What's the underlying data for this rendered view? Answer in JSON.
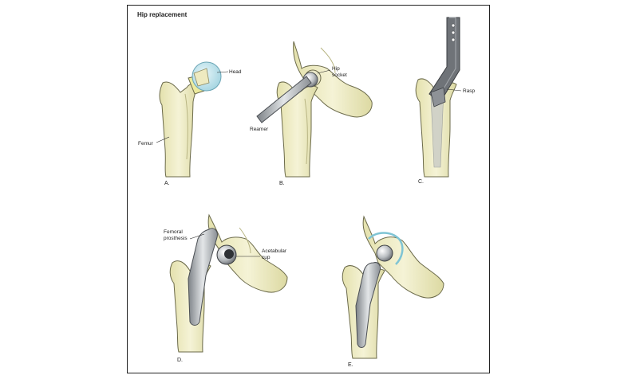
{
  "title": "Hip replacement",
  "panels": {
    "a": {
      "letter": "A.",
      "labels": {
        "head": "Head",
        "femur": "Femur"
      }
    },
    "b": {
      "letter": "B.",
      "labels": {
        "socket_1": "Hip",
        "socket_2": "socket",
        "reamer": "Reamer"
      }
    },
    "c": {
      "letter": "C.",
      "labels": {
        "rasp": "Rasp"
      }
    },
    "d": {
      "letter": "D.",
      "labels": {
        "prosthesis_1": "Femoral",
        "prosthesis_2": "prosthesis",
        "cup_1": "Acetabular",
        "cup_2": "cup"
      }
    },
    "e": {
      "letter": "E."
    }
  },
  "colors": {
    "bone": "#f1efc9",
    "bone_shade": "#d9d6a0",
    "bone_outline": "#6b6a4a",
    "metal": "#b8bcc0",
    "metal_dark": "#5a5e63",
    "head_blue": "#bfe3ec",
    "frame": "#222222"
  }
}
